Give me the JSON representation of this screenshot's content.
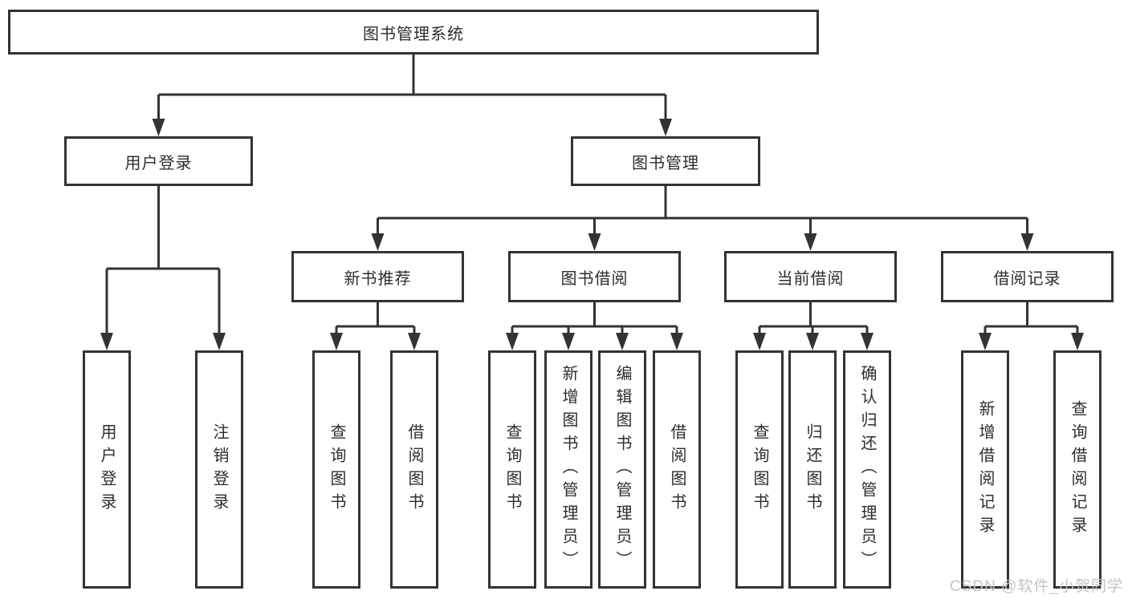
{
  "diagram": {
    "title_node": {
      "label": "图书管理系统"
    },
    "branches": [
      {
        "label": "用户登录",
        "children": [
          {
            "label": "用户登录"
          },
          {
            "label": "注销登录"
          }
        ]
      },
      {
        "label": "图书管理",
        "children": [
          {
            "label": "新书推荐",
            "children": [
              {
                "label": "查询图书"
              },
              {
                "label": "借阅图书"
              }
            ]
          },
          {
            "label": "图书借阅",
            "children": [
              {
                "label": "查询图书"
              },
              {
                "label": "新增图书（管理员）"
              },
              {
                "label": "编辑图书（管理员）"
              },
              {
                "label": "借阅图书"
              }
            ]
          },
          {
            "label": "当前借阅",
            "children": [
              {
                "label": "查询图书"
              },
              {
                "label": "归还图书"
              },
              {
                "label": "确认归还（管理员）"
              }
            ]
          },
          {
            "label": "借阅记录",
            "children": [
              {
                "label": "新增借阅记录"
              },
              {
                "label": "查询借阅记录"
              }
            ]
          }
        ]
      }
    ],
    "watermark": "CSDN @软件_小贺同学",
    "colors": {
      "line": "#333333",
      "box_border": "#333333",
      "text": "#2d2d2d",
      "watermark": "#c4c4c4",
      "background": "#ffffff"
    }
  }
}
